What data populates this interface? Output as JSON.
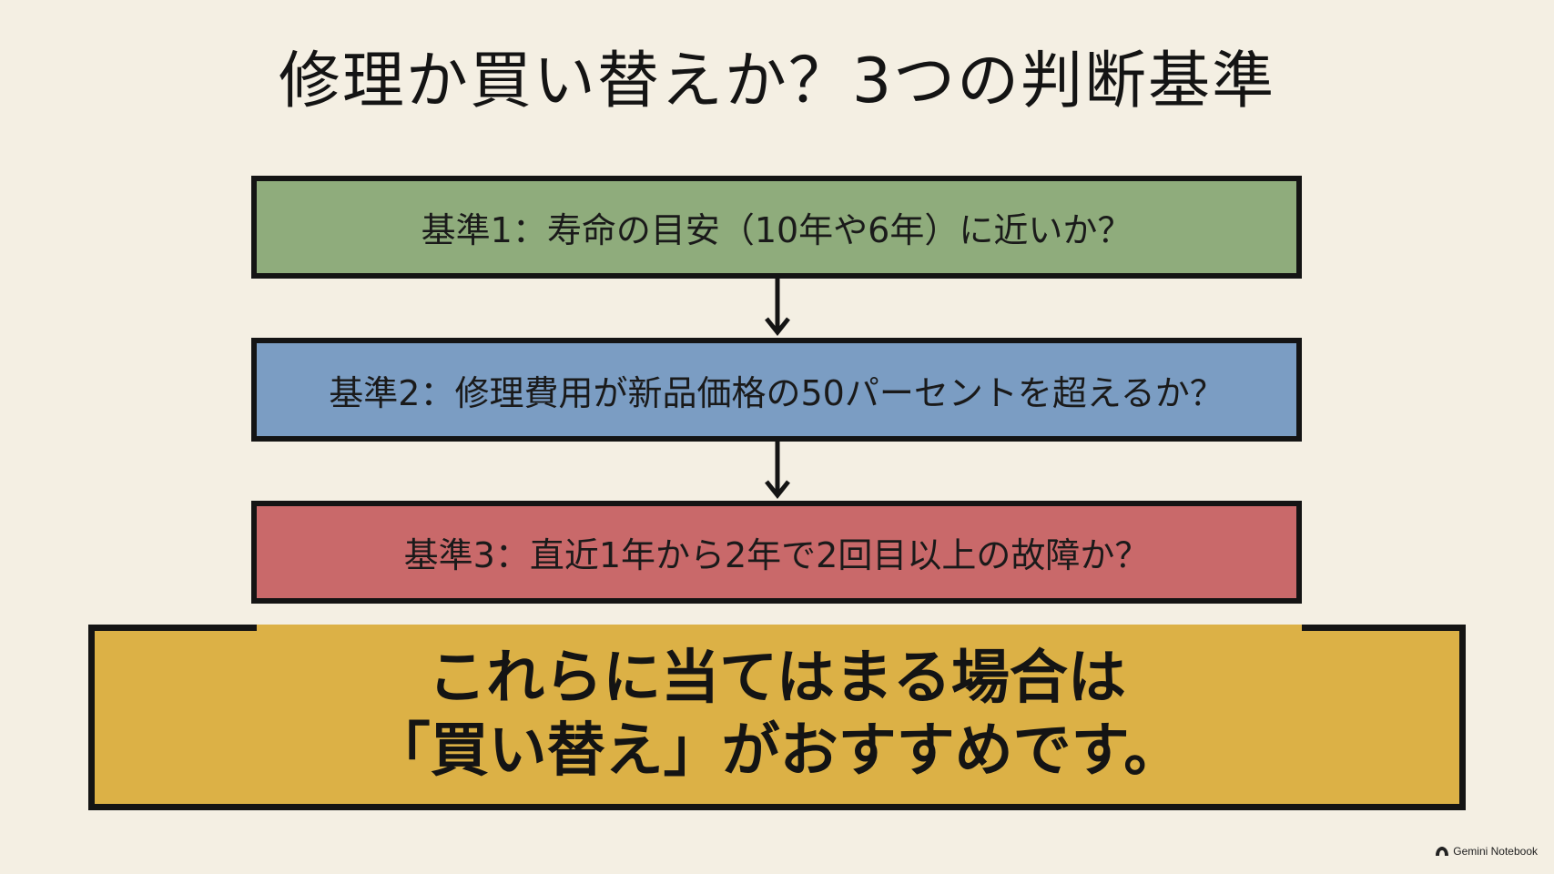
{
  "title": "修理か買い替えか？3つの判断基準",
  "criteria": [
    {
      "label": "基準1：寿命の目安（10年や6年）に近いか？",
      "color": "#8fac7c"
    },
    {
      "label": "基準2：修理費用が新品価格の50パーセントを超えるか？",
      "color": "#7b9dc3"
    },
    {
      "label": "基準3：直近1年から2年で2回目以上の故障か？",
      "color": "#c9696a"
    }
  ],
  "conclusion": {
    "line1": "これらに当てはまる場合は",
    "line2": "「買い替え」がおすすめです。",
    "color": "#dcb146"
  },
  "watermark": {
    "text": "Gemini Notebook",
    "icon": "notebook-logo-icon"
  }
}
